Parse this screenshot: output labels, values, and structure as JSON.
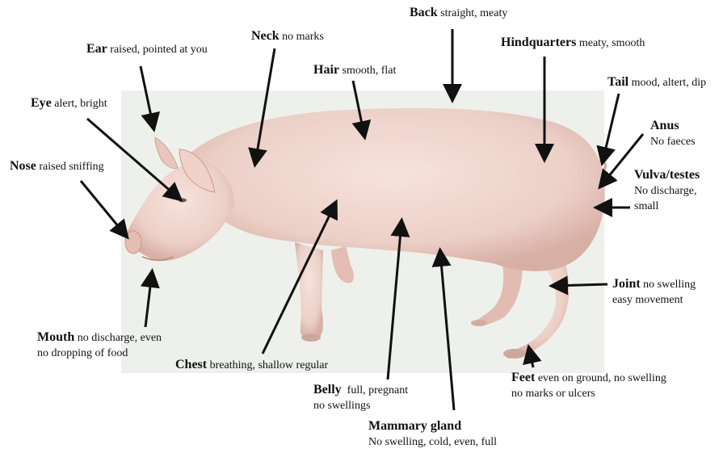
{
  "labels": {
    "back": {
      "name": "Back",
      "desc": "straight, meaty"
    },
    "ear": {
      "name": "Ear",
      "desc": "raised, pointed at you"
    },
    "neck": {
      "name": "Neck",
      "desc": "no marks"
    },
    "hindquarters": {
      "name": "Hindquarters",
      "desc": "meaty, smooth"
    },
    "hair": {
      "name": "Hair",
      "desc": "smooth, flat"
    },
    "tail": {
      "name": "Tail",
      "desc": "mood, altert, dip"
    },
    "eye": {
      "name": "Eye",
      "desc": "alert, bright"
    },
    "anus": {
      "name": "Anus",
      "desc": "No faeces"
    },
    "nose": {
      "name": "Nose",
      "desc": "raised sniffing"
    },
    "vulva": {
      "name": "Vulva/testes",
      "desc": "No discharge,",
      "desc2": "small"
    },
    "joint": {
      "name": "Joint",
      "desc": "no swelling",
      "desc2": "easy movement"
    },
    "mouth": {
      "name": "Mouth",
      "desc": "no discharge, even",
      "desc2": "no dropping of food"
    },
    "chest": {
      "name": "Chest",
      "desc": "breathing, shallow regular"
    },
    "feet": {
      "name": "Feet",
      "desc": "even on ground, no swelling",
      "desc2": "no marks or ulcers"
    },
    "belly": {
      "name": "Belly",
      "desc": "full, pregnant",
      "desc2": "no swellings"
    },
    "mammary": {
      "name": "Mammary gland",
      "desc": "No swelling, cold, even, full"
    }
  },
  "colors": {
    "photo_bg": "#eef1eb",
    "pig_body": "#efd6cf",
    "pig_shadow": "#d9b3aa",
    "arrow": "#111111"
  }
}
